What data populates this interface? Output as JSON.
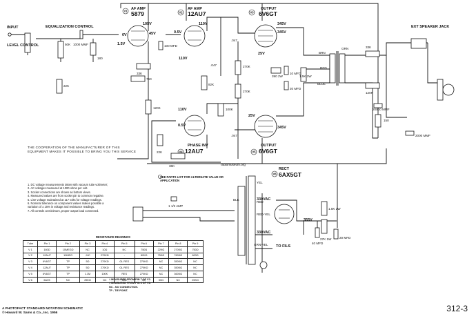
{
  "inputs": {
    "input_label": "INPUT",
    "level_control_label": "LEVEL CONTROL",
    "equalization_label": "EQUALIZATION CONTROL"
  },
  "tubes": {
    "v1": {
      "id": "V1",
      "title": "AF AMP",
      "name": "5879"
    },
    "v2": {
      "id": "V2",
      "title": "AF AMP",
      "name": "12AU7"
    },
    "v3": {
      "id": "V3",
      "title": "OUTPUT",
      "name": "6V6GT"
    },
    "v4": {
      "id": "V4",
      "title": "PHASE INV",
      "name": "12AU7"
    },
    "v5": {
      "id": "V5",
      "title": "OUTPUT",
      "name": "6V6GT"
    },
    "v6": {
      "id": "V6",
      "title": "RECT",
      "name": "6AX5GT"
    }
  },
  "labels": {
    "ext_speaker": "EXT SPEAKER JACK",
    "to_fils": "TO FILS",
    "amp_rating": "1 1/2 AMP",
    "see_parts": "SEE PARTS LIST FOR ALTERNATE VALUE OR APPLICATION",
    "site_label": "radiomuseum.org"
  },
  "component_values": {
    "c1": "1000 MMF",
    "c6": "100 MFD",
    "c11a": "10 MFD",
    "c11b": "40 MFD",
    "c14": "20 MFD",
    "c15": "20 MFD",
    "c13": ".047",
    "c13b": ".047",
    "c12": ".047",
    "c16": "40 MFD",
    "c19": "20000 MMF",
    "c20": "2000 MMF",
    "r2": "50K",
    "r3": "10M",
    "r6": "33K",
    "r7": "750",
    "r8": "120K",
    "r11": "82K",
    "r13": "270K",
    "r14": "100K",
    "r15": "270K",
    "r16": "390 2W",
    "r18": "1.5K 2W",
    "r17": "100K",
    "r22": "33K",
    "r23": "120K",
    "r24": "150",
    "r27": "1.5K 2W",
    "r28": "27K 1W",
    "r12": "36K",
    "r10": "100K",
    "r9": "22K",
    "r4": "180",
    "r5": "22K"
  },
  "voltages": {
    "v1_plate": "105V",
    "v1_screen": "45V",
    "v1_grid": "1.5V",
    "v1_cath": "0V",
    "v2_plate": "110V",
    "v2_grid": "0.5V",
    "v2_cath": "110V",
    "v4_plate": "110V",
    "v4_cath": "0.5V",
    "v3_plate": "345V",
    "v3_screen": "345V",
    "v3_cath": "25V",
    "v5_plate": "345V",
    "v5_cath": "25V",
    "b_plus": "355V",
    "vac1": "330VAC",
    "vac2": "330VAC",
    "xfmr_colors": [
      "BRN",
      "GRN",
      "RED",
      "BLUE",
      "YEL",
      "RED-YEL",
      "BLK",
      "GRN-YEL"
    ]
  },
  "coop_note": "The cooperation of the manufacturer of this equipment makes it possible to bring you this service",
  "notes": [
    "1. DC voltage measurements taken with vacuum tube voltmeter;",
    "2. AC voltages measured at 1000 ohms per volt.",
    "3. Socket connections are shown as bottom views.",
    "4. Measured values are from socket pin to common negative.",
    "5. Line voltage maintained at 117 volts for voltage readings.",
    "6. Nominal tolerance on component values makes possible a",
    "   variation of ± 15% in voltage and resistance readings.",
    "7. All controls at minimum, proper output load connected."
  ],
  "impedance_table": {
    "title": "RESISTANCE READINGS",
    "headers": [
      "Tube",
      "Pin 1",
      "Pin 2",
      "Pin 3",
      "Pin 4",
      "Pin 5",
      "Pin 6",
      "Pin 7",
      "Pin 8",
      "Pin 9"
    ],
    "rows": [
      [
        "V 1",
        "180Ω",
        "10MEGΩ",
        "NC",
        "10Ω",
        "NC",
        "750Ω",
        "22KΩ",
        "270KΩ",
        "750Ω"
      ],
      [
        "V 2",
        "12AU7",
        "10MEG",
        "↑NC",
        "270KΩ",
        "-",
        "82KΩ",
        "75KΩ",
        "760KΩ",
        "620Ω"
      ],
      [
        "V 3",
        "6V6GT",
        "TP",
        "5Ω",
        "270KΩ",
        "ΩL RES",
        "270KΩ",
        "NC",
        "350KΩ",
        "NC"
      ],
      [
        "V 4",
        "12AU7",
        "TP",
        "5Ω",
        "270KΩ",
        "ΩL RES",
        "270KΩ",
        "NC",
        "350KΩ",
        "NC"
      ],
      [
        "V 5",
        "6V6GT",
        "TP",
        "1.1M",
        "100K",
        "RES",
        "270KΩ",
        "NC",
        "360KΩ",
        "NC"
      ],
      [
        "V 6",
        "6AX5",
        "NC",
        "25KΩ",
        "NC",
        "50Ω",
        "NC",
        "50Ω",
        "NC",
        "25KΩ"
      ]
    ]
  },
  "imp_notes": [
    "† MEASURED FROM PIN 7 OF V2.",
    "‡ MEASURED FROM PIN 6 OF V2.",
    "NC - NO CONNECTION.",
    "TP - TIE POINT."
  ],
  "footer": {
    "line1": "A PHOTOFACT STANDARD NOTATION SCHEMATIC",
    "line2": "© Howard W. Sams & Co., Inc. 1956"
  },
  "page_number": "312-3"
}
